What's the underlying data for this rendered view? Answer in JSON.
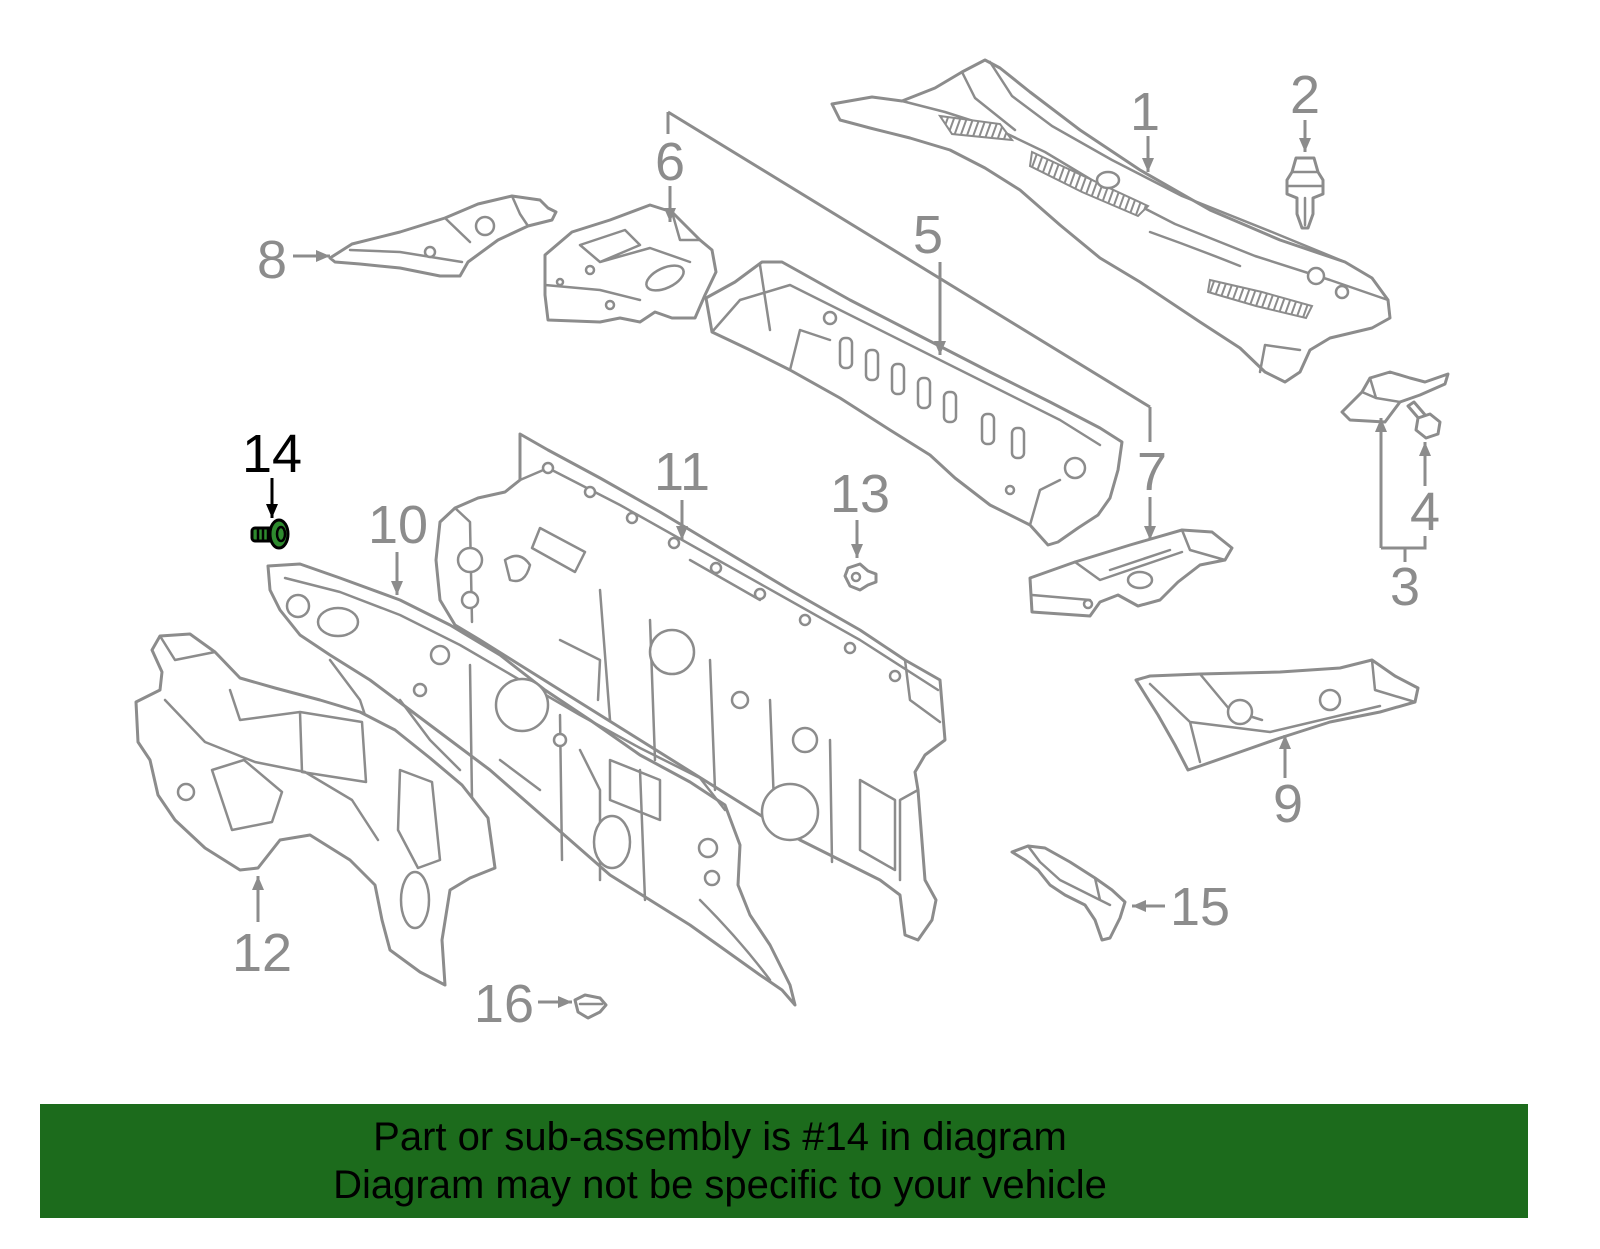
{
  "diagram": {
    "callouts": [
      {
        "label": "1"
      },
      {
        "label": "2"
      },
      {
        "label": "3"
      },
      {
        "label": "4"
      },
      {
        "label": "5"
      },
      {
        "label": "6"
      },
      {
        "label": "7"
      },
      {
        "label": "8"
      },
      {
        "label": "9"
      },
      {
        "label": "10"
      },
      {
        "label": "11"
      },
      {
        "label": "12"
      },
      {
        "label": "13"
      },
      {
        "label": "14",
        "highlighted": true
      },
      {
        "label": "15"
      },
      {
        "label": "16"
      }
    ]
  },
  "banner": {
    "line1": "Part or sub-assembly is #14 in diagram",
    "line2": "Diagram may not be specific to your vehicle"
  },
  "colors": {
    "background": "#ffffff",
    "line": "#8c8c8c",
    "highlight_fill": "#2e8b2e",
    "highlight_stroke": "#000000",
    "banner_bg": "#1c6b1c",
    "banner_text": "#000000"
  }
}
